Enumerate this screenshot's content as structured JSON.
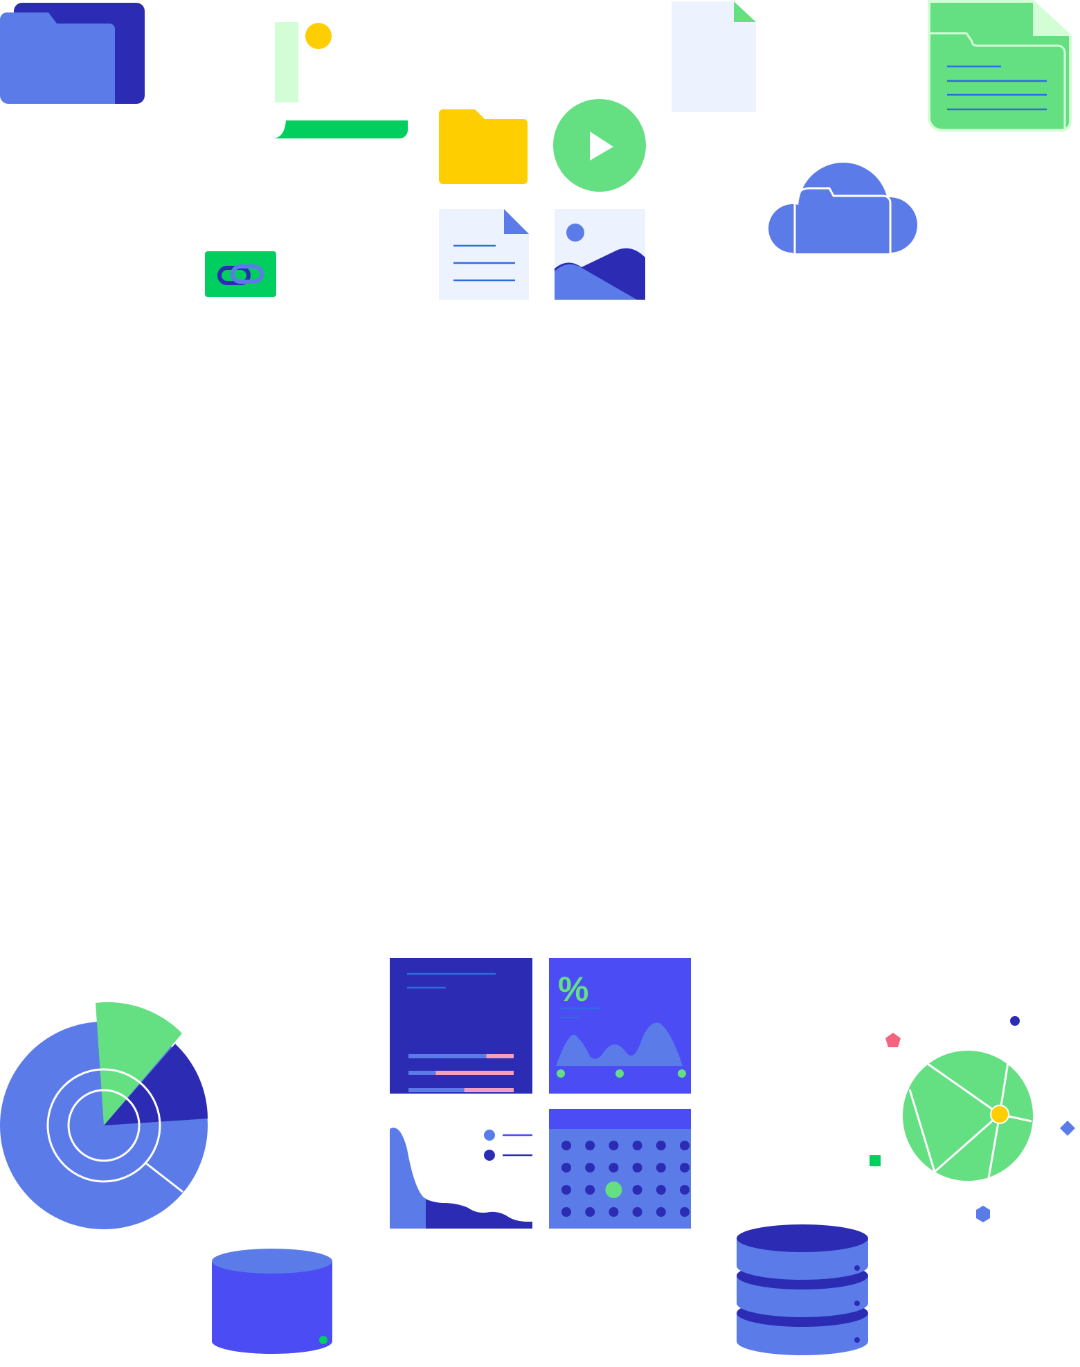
{
  "colors": {
    "blue": "#5B7BE8",
    "navy": "#2C2BB3",
    "violet": "#4B4CF4",
    "green": "#64DF82",
    "bright_green": "#00CF5F",
    "pale_green": "#D3FDD5",
    "yellow": "#FFCE00",
    "pale_blue": "#ECF3FE",
    "pink": "#F3A0C0",
    "coral": "#F4647F",
    "white": "#FFFFFF"
  },
  "icons": {
    "top": [
      "folder-icon",
      "bar-chart-icon",
      "folder-icon",
      "play-icon",
      "document-icon",
      "image-icon",
      "document-icon",
      "folder-document-icon",
      "cloud-folder-icon",
      "link-icon"
    ],
    "bottom": [
      "radar-chart-icon",
      "database-icon",
      "report-panel-icon",
      "percent-wave-chart-icon",
      "area-chart-legend-icon",
      "calendar-grid-icon",
      "server-stack-icon",
      "network-globe-icon",
      "decorative-shapes-icon"
    ]
  },
  "report_panel": {
    "bar_fill": [
      0.74,
      0.26,
      0.53
    ]
  },
  "percent_panel": {
    "glyph": "%"
  },
  "calendar": {
    "rows": 4,
    "columns": 6,
    "highlighted": {
      "row": 3,
      "column": 3
    }
  }
}
